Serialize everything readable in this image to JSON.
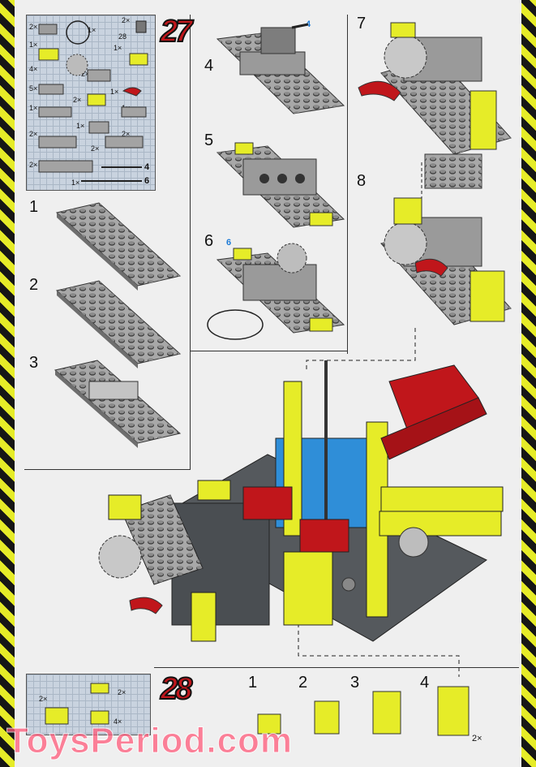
{
  "steps": {
    "s1": "1",
    "s2": "2",
    "s3": "3",
    "s4": "4",
    "s5": "5",
    "s6": "6",
    "s7": "7",
    "s8": "8"
  },
  "callouts": {
    "c4": "4",
    "c6": "6"
  },
  "sections": {
    "big27": "27",
    "big28": "28"
  },
  "parts27": {
    "q1": "2×",
    "q2": "1×",
    "q3": "2×",
    "q4": "1×",
    "q5": "1×",
    "q6": "28",
    "q7": "4×",
    "q8": "2×",
    "q9": "5×",
    "q10": "2×",
    "q11": "1×",
    "q12": "1×",
    "q13": "1×",
    "q14": "2×",
    "q15": "1×",
    "q16": "2×",
    "q17": "2×",
    "q18": "2×",
    "q19": "1×",
    "len4": "4",
    "len6": "6"
  },
  "parts28": {
    "q1": "2×",
    "q2": "2×",
    "q3": "4×"
  },
  "steps28": {
    "s1": "1",
    "s2": "2",
    "s3": "3",
    "s4": "4",
    "qty": "2×"
  },
  "watermark": "ToysPeriod.com",
  "colors": {
    "yellow": "#e6ec28",
    "red": "#c0161b",
    "gray": "#a8a8a8",
    "dark": "#4a4e52",
    "blue": "#2f8ed8"
  }
}
